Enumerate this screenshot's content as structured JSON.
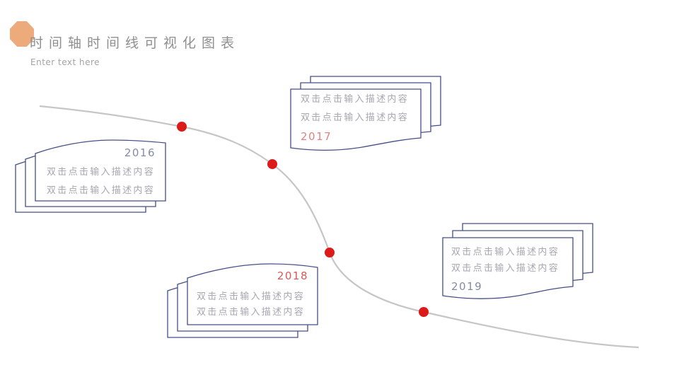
{
  "slide": {
    "title": "时间轴时间线可视化图表",
    "subtitle": "Enter text here"
  },
  "timeline": {
    "events": [
      {
        "year": "2016",
        "lines": [
          "双击点击输入描述内容",
          "双击点击输入描述内容"
        ]
      },
      {
        "year": "2017",
        "lines": [
          "双击点击输入描述内容",
          "双击点击输入描述内容"
        ]
      },
      {
        "year": "2018",
        "lines": [
          "双击点击输入描述内容",
          "双击点击输入描述内容"
        ]
      },
      {
        "year": "2019",
        "lines": [
          "双击点击输入描述内容",
          "双击点击输入描述内容"
        ]
      }
    ]
  },
  "colors": {
    "octagon": "#edaa7b",
    "title_gray": "#8f8f8f",
    "subtitle_gray": "#a3a3a3",
    "card_border": "#454f87",
    "card_text": "#a6a7b0",
    "year_blue": "#858ba6",
    "year_red_soft": "#e28282",
    "year_red": "#da5858",
    "dot_red": "#dc1a1a",
    "curve_gray": "#c6c6c6"
  }
}
